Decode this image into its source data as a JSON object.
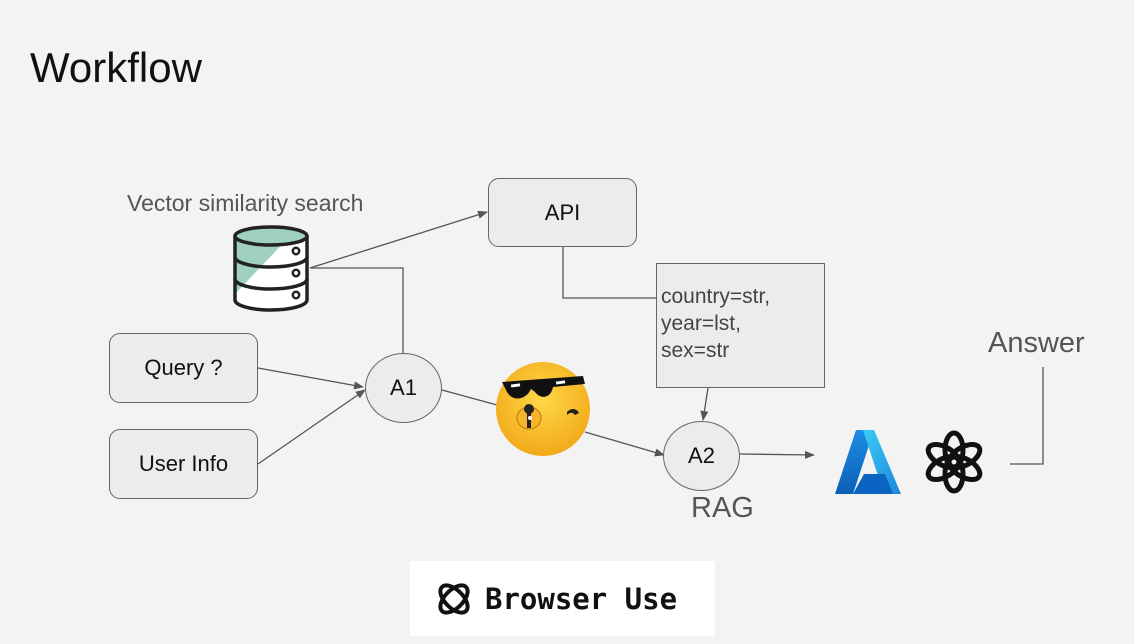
{
  "title": "Workflow",
  "vector_search": {
    "label": "Vector similarity search",
    "icon": "database-icon"
  },
  "nodes": {
    "api": "API",
    "query": "Query ?",
    "user_info": "User Info",
    "a1": "A1",
    "a2": "A2"
  },
  "params": [
    "country=str,",
    "year=lst,",
    "sex=str"
  ],
  "rag_label": "RAG",
  "answer_label": "Answer",
  "providers": {
    "azure_icon": "azure-logo-icon",
    "openai_icon": "openai-logo-icon"
  },
  "agent_icon": "sunglasses-emoji-icon",
  "brand": {
    "text": "Browser Use",
    "icon": "browser-use-logo-icon"
  },
  "colors": {
    "background": "#f3f3f3",
    "node_fill": "#ececec",
    "node_border": "#666666",
    "db_accent": "#9fd0c0",
    "azure_blue": "#0a78d4",
    "emoji_yellow": "#f7c325"
  }
}
